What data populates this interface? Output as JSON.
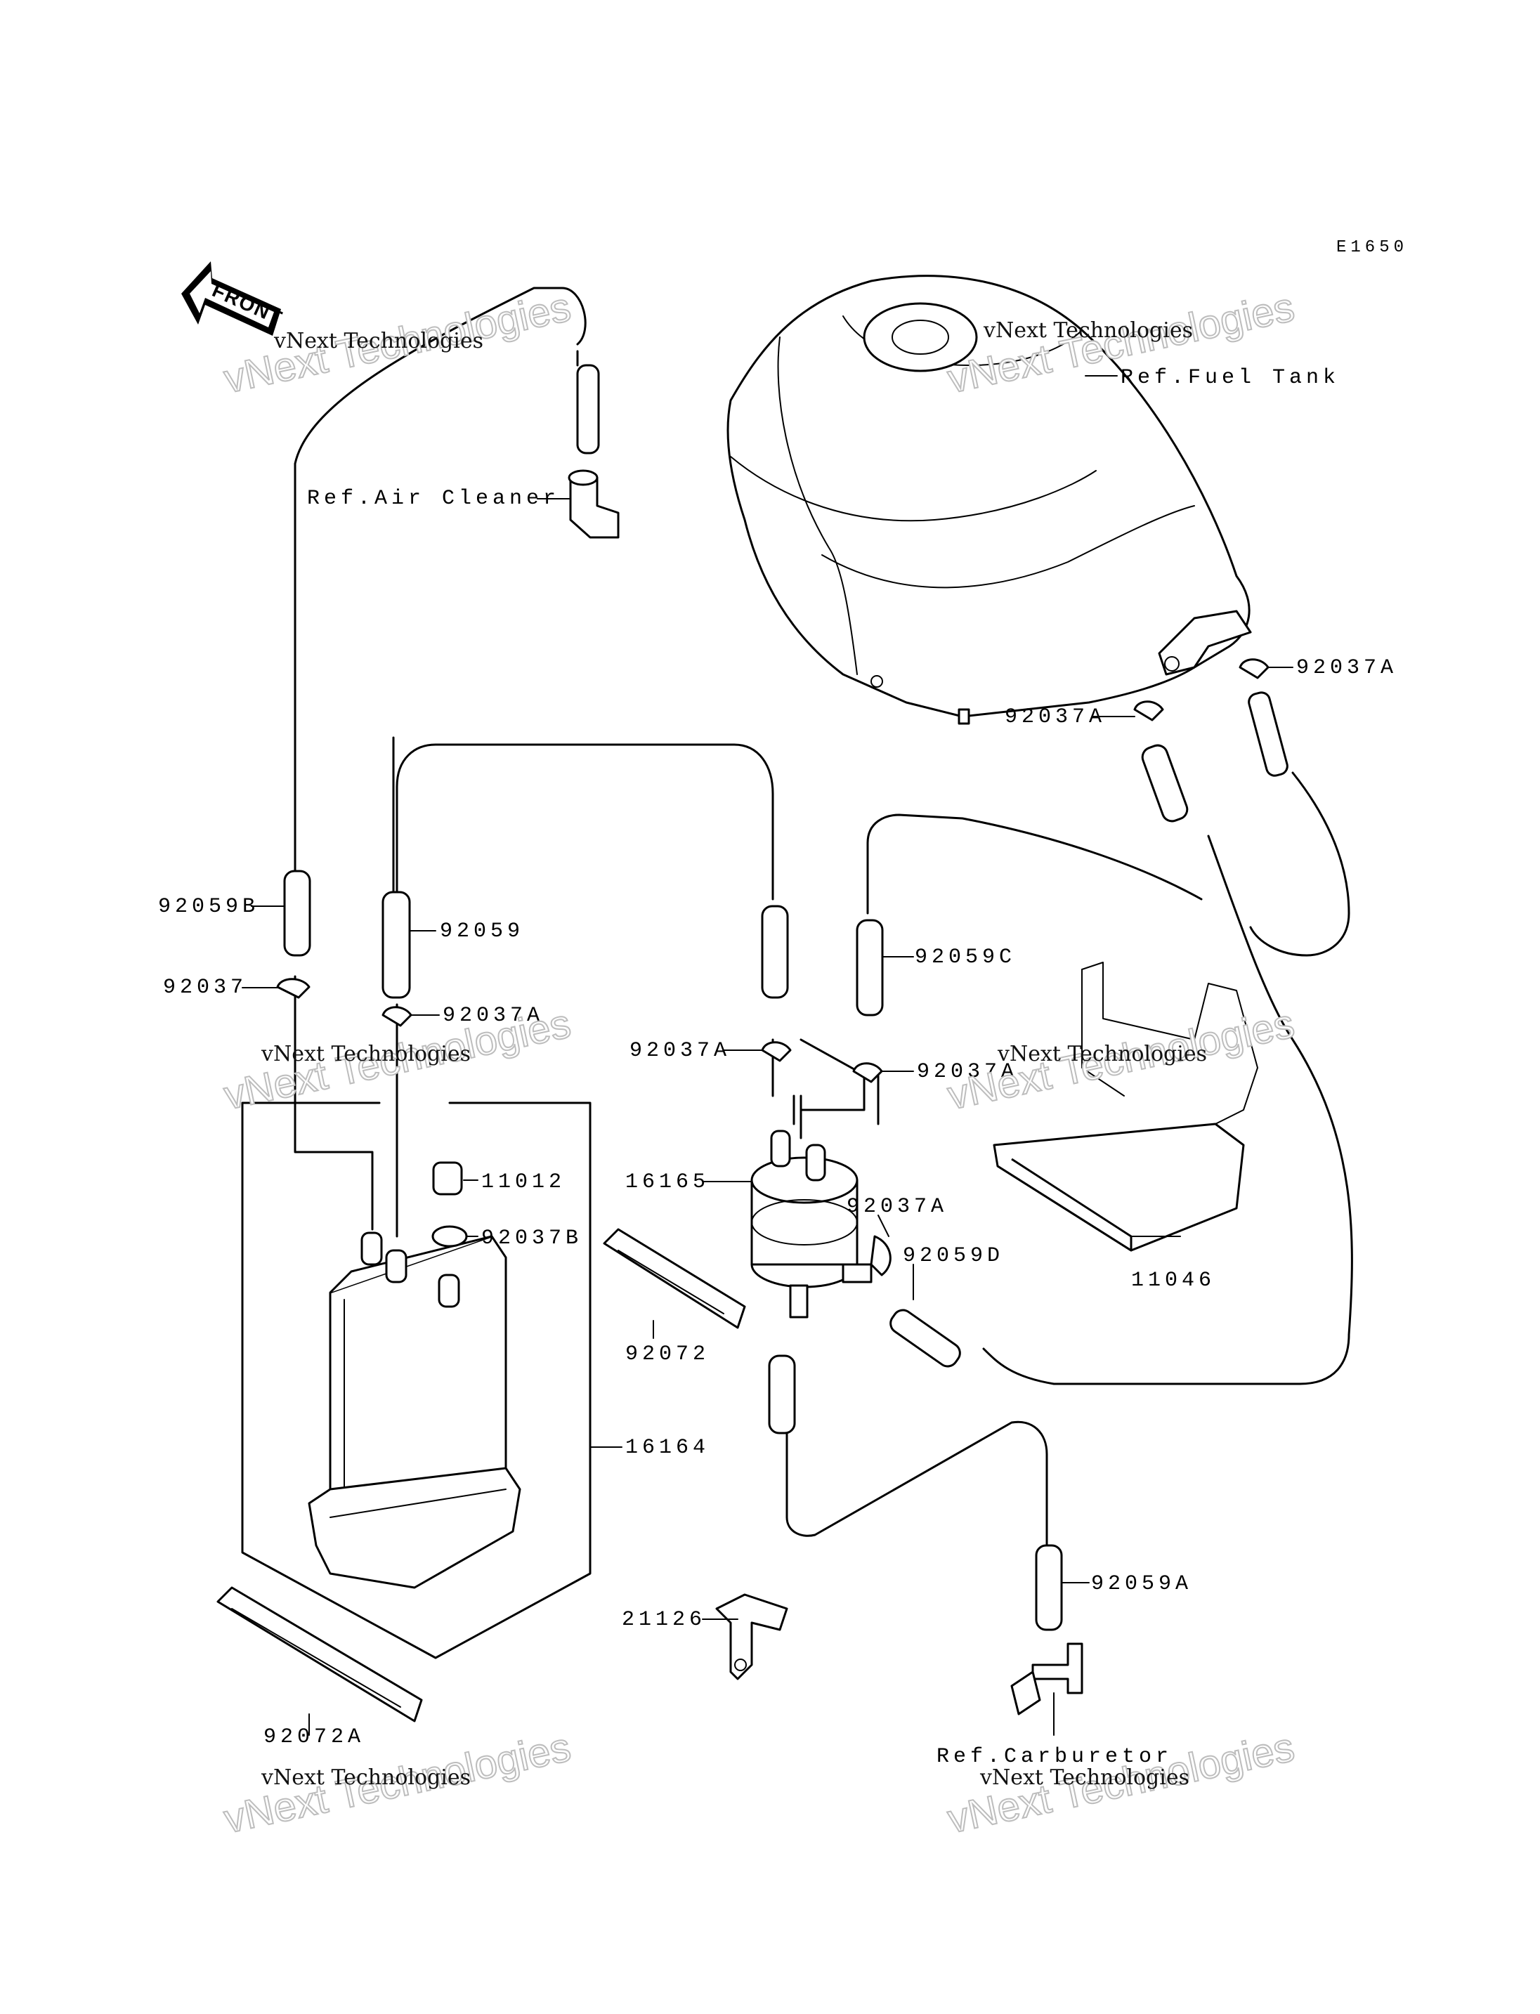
{
  "diagram_code": "E1650",
  "front_label": "FRONT",
  "refs": {
    "fuel_tank": "Ref.Fuel Tank",
    "air_cleaner": "Ref.Air Cleaner",
    "carburetor": "Ref.Carburetor"
  },
  "parts": {
    "p92037A_a": "92037A",
    "p92037A_b": "92037A",
    "p92059B": "92059B",
    "p92059": "92059",
    "p92059C": "92059C",
    "p92037": "92037",
    "p92037A_c": "92037A",
    "p92037A_d": "92037A",
    "p92037A_e": "92037A",
    "p11012": "11012",
    "p16165": "16165",
    "p92037B": "92037B",
    "p92037A_f": "92037A",
    "p92059D": "92059D",
    "p11046": "11046",
    "p92072": "92072",
    "p16164": "16164",
    "p21126": "21126",
    "p92059A": "92059A",
    "p92072A": "92072A"
  },
  "watermark": {
    "line1": "vNext Technologies",
    "line2": "vNext Technologies"
  }
}
